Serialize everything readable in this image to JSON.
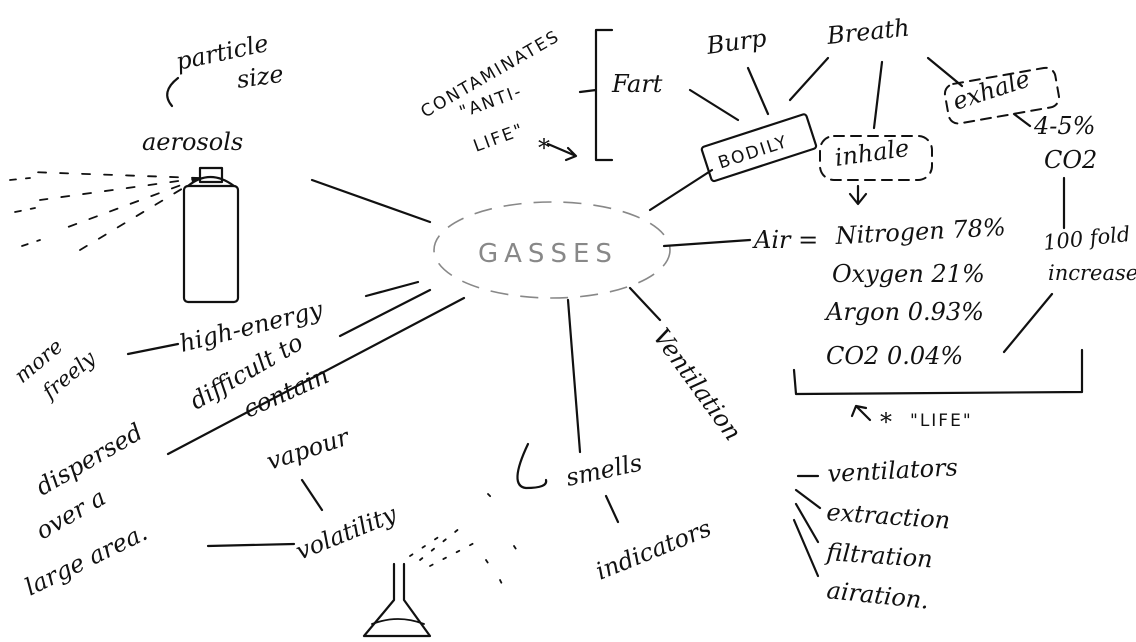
{
  "center": "GASSES",
  "labels": {
    "particle": "particle",
    "size": "size",
    "aerosols": "aerosols",
    "contaminates": "CONTAMINATES",
    "anti": "\"ANTI-",
    "life_anti": "LIFE\"",
    "star": "*",
    "fart": "Fart",
    "burp": "Burp",
    "breath": "Breath",
    "bodily": "BODILY",
    "inhale": "inhale",
    "exhale": "exhale",
    "pct_4_5": "4-5%",
    "co2_top": "CO2",
    "air": "Air =",
    "nitrogen": "Nitrogen 78%",
    "oxygen": "Oxygen 21%",
    "argon": "Argon 0.93%",
    "co2_air": "CO2  0.04%",
    "fold_100": "100 fold",
    "increase": "increase",
    "life": "\"LIFE\"",
    "life_star": "*",
    "high_energy": "high-energy",
    "more": "more",
    "freely": "freely",
    "difficult_to": "difficult to",
    "contain": "contain",
    "dispersed": "dispersed",
    "over_a": "over a",
    "large_area": "large area.",
    "vapour": "vapour",
    "volatility": "volatility",
    "smells": "smells",
    "indicators": "indicators",
    "ventilation": "Ventilation",
    "ventilators": "ventilators",
    "extraction": "extraction",
    "filtration": "filtration",
    "airation": "airation."
  }
}
